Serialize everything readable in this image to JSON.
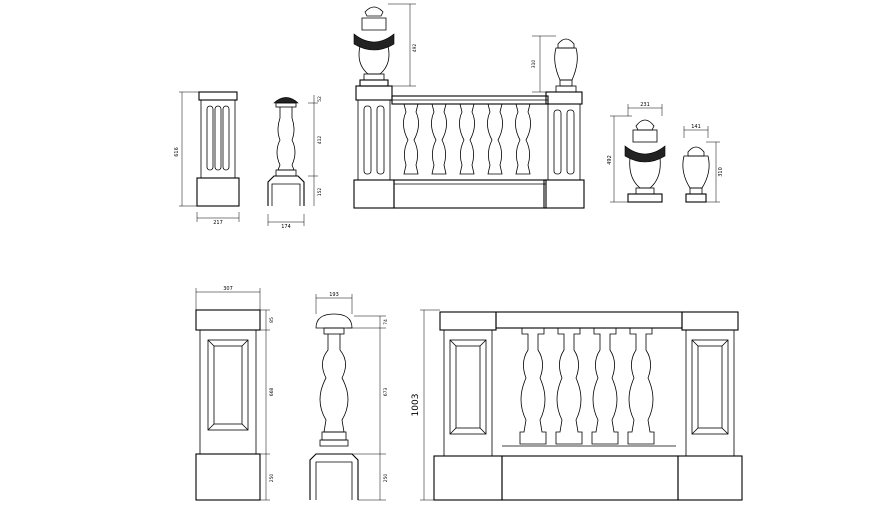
{
  "drawing": {
    "dimensions": {
      "pillar_small_height": "616",
      "pillar_small_width": "217",
      "baluster_top": "52",
      "baluster_mid": "412",
      "baluster_base": "152",
      "baluster_width": "174",
      "urn_big_height": "492",
      "urn_small_height": "310",
      "urn_big_width": "231",
      "urn_small_width": "141",
      "urn_big_height2": "492",
      "urn_small_height2": "310",
      "pillar_large_width": "307",
      "pillar_large_cap": "85",
      "pillar_large_shaft": "668",
      "pillar_large_base": "250",
      "baluster_large_width": "193",
      "baluster_large_cap": "74",
      "baluster_large_shaft": "673",
      "baluster_large_base": "250",
      "overall_height": "1003"
    }
  }
}
